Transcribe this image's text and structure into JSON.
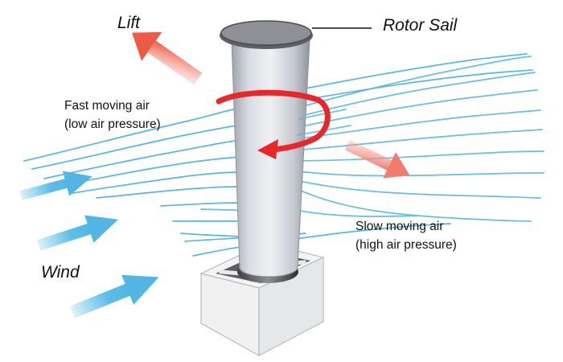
{
  "labels": {
    "lift": "Lift",
    "rotor_sail": "Rotor Sail",
    "fast_line1": "Fast moving air",
    "fast_line2": "(low air pressure)",
    "slow_line1": "Slow moving air",
    "slow_line2": "(high air pressure)",
    "wind": "Wind"
  },
  "colors": {
    "streamline": "#55b8e2",
    "wind_arrow": "#5cbee8",
    "lift_arrow": "#ee6f5a",
    "rotation_arrow": "#e8272a",
    "cylinder": "#cfd3da",
    "cap": "#8e9096",
    "base": "#f3f3f3",
    "text": "#111111"
  },
  "icons": [
    "lift-arrow-icon",
    "rotation-arrow-icon",
    "deflection-arrow-icon",
    "wind-arrow-icon"
  ]
}
